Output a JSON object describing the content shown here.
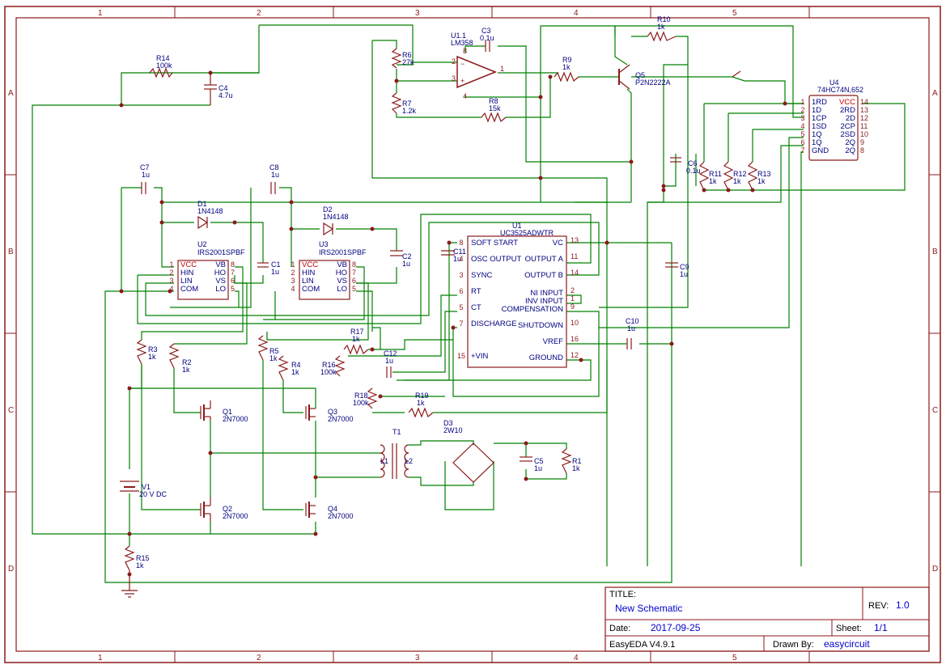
{
  "grid": {
    "cols": [
      "1",
      "2",
      "3",
      "4",
      "5"
    ],
    "rows": [
      "A",
      "B",
      "C",
      "D"
    ]
  },
  "components": {
    "r14": {
      "ref": "R14",
      "val": "100k"
    },
    "c4": {
      "ref": "C4",
      "val": "4.7u"
    },
    "r6": {
      "ref": "R6",
      "val": "27k"
    },
    "r7": {
      "ref": "R7",
      "val": "1.2k"
    },
    "u11": {
      "ref": "U1.1",
      "val": "LM358"
    },
    "c3": {
      "ref": "C3",
      "val": "0.1u"
    },
    "r8": {
      "ref": "R8",
      "val": "15k"
    },
    "r9": {
      "ref": "R9",
      "val": "1k"
    },
    "r10": {
      "ref": "R10",
      "val": "1k"
    },
    "q5": {
      "ref": "Q5",
      "val": "P2N2222A"
    },
    "u4": {
      "ref": "U4",
      "val": "74HC74N,652"
    },
    "c6": {
      "ref": "C6",
      "val": "0.1u"
    },
    "r11": {
      "ref": "R11",
      "val": "1k"
    },
    "r12": {
      "ref": "R12",
      "val": "1k"
    },
    "r13": {
      "ref": "R13",
      "val": "1k"
    },
    "c7": {
      "ref": "C7",
      "val": "1u"
    },
    "c8": {
      "ref": "C8",
      "val": "1u"
    },
    "d1": {
      "ref": "D1",
      "val": "1N4148"
    },
    "d2": {
      "ref": "D2",
      "val": "1N4148"
    },
    "u2": {
      "ref": "U2",
      "val": "IRS2001SPBF"
    },
    "u3": {
      "ref": "U3",
      "val": "IRS2001SPBF"
    },
    "c1": {
      "ref": "C1",
      "val": "1u"
    },
    "c2": {
      "ref": "C2",
      "val": "1u"
    },
    "u1": {
      "ref": "U1",
      "val": "UC3525ADWTR"
    },
    "c11": {
      "ref": "C11",
      "val": "1u"
    },
    "c9": {
      "ref": "C9",
      "val": "1u"
    },
    "c10": {
      "ref": "C10",
      "val": "1u"
    },
    "r17": {
      "ref": "R17",
      "val": "1k"
    },
    "r16": {
      "ref": "R16",
      "val": "100k"
    },
    "c12": {
      "ref": "C12",
      "val": "1u"
    },
    "r18": {
      "ref": "R18",
      "val": "100k"
    },
    "r19": {
      "ref": "R19",
      "val": "1k"
    },
    "r3": {
      "ref": "R3",
      "val": "1k"
    },
    "r2": {
      "ref": "R2",
      "val": "1k"
    },
    "r5": {
      "ref": "R5",
      "val": "1k"
    },
    "r4": {
      "ref": "R4",
      "val": "1k"
    },
    "q1": {
      "ref": "Q1",
      "val": "2N7000"
    },
    "q2": {
      "ref": "Q2",
      "val": "2N7000"
    },
    "q3": {
      "ref": "Q3",
      "val": "2N7000"
    },
    "q4": {
      "ref": "Q4",
      "val": "2N7000"
    },
    "v1": {
      "ref": "V1",
      "val": "20 V DC"
    },
    "t1": {
      "ref": "T1",
      "l1": "L1",
      "l2": "L2"
    },
    "d3": {
      "ref": "D3",
      "val": "2W10"
    },
    "c5": {
      "ref": "C5",
      "val": "1u"
    },
    "r1": {
      "ref": "R1",
      "val": "1k"
    },
    "r15": {
      "ref": "R15",
      "val": "1k"
    }
  },
  "u1_pins": {
    "left": [
      {
        "n": "8",
        "name": "SOFT START"
      },
      {
        "n": "4",
        "name": "OSC OUTPUT"
      },
      {
        "n": "3",
        "name": "SYNC"
      },
      {
        "n": "6",
        "name": "RT"
      },
      {
        "n": "5",
        "name": "CT"
      },
      {
        "n": "7",
        "name": "DISCHARGE"
      },
      {
        "n": "15",
        "name": "+VIN"
      }
    ],
    "right": [
      {
        "n": "13",
        "name": "VC"
      },
      {
        "n": "11",
        "name": "OUTPUT A"
      },
      {
        "n": "14",
        "name": "OUTPUT B"
      },
      {
        "n": "2",
        "name": "NI INPUT"
      },
      {
        "n": "1",
        "name": "INV INPUT"
      },
      {
        "n": "9",
        "name": "COMPENSATION"
      },
      {
        "n": "10",
        "name": "SHUTDOWN"
      },
      {
        "n": "16",
        "name": "VREF"
      },
      {
        "n": "12",
        "name": "GROUND"
      }
    ]
  },
  "drv_pins": {
    "left": [
      {
        "n": "1",
        "name": "VCC"
      },
      {
        "n": "2",
        "name": "HIN"
      },
      {
        "n": "3",
        "name": "LIN"
      },
      {
        "n": "4",
        "name": "COM"
      }
    ],
    "right": [
      {
        "n": "8",
        "name": "VB"
      },
      {
        "n": "7",
        "name": "HO"
      },
      {
        "n": "6",
        "name": "VS"
      },
      {
        "n": "5",
        "name": "LO"
      }
    ]
  },
  "u4_pins": {
    "left": [
      {
        "n": "1",
        "name": "1RD"
      },
      {
        "n": "2",
        "name": "1D"
      },
      {
        "n": "3",
        "name": "1CP"
      },
      {
        "n": "4",
        "name": "1SD"
      },
      {
        "n": "5",
        "name": "1Q"
      },
      {
        "n": "6",
        "name": "1Q"
      },
      {
        "n": "7",
        "name": "GND"
      }
    ],
    "right": [
      {
        "n": "14",
        "name": "VCC"
      },
      {
        "n": "13",
        "name": "2RD"
      },
      {
        "n": "12",
        "name": "2D"
      },
      {
        "n": "11",
        "name": "2CP"
      },
      {
        "n": "10",
        "name": "2SD"
      },
      {
        "n": "9",
        "name": "2Q"
      },
      {
        "n": "8",
        "name": "2Q"
      }
    ]
  },
  "lm358_pins": {
    "p2": "2",
    "p3": "3",
    "p1": "1",
    "p8": "8",
    "p4": "4",
    "minus": "−",
    "plus": "+"
  },
  "title_block": {
    "title_label": "TITLE:",
    "title": "New Schematic",
    "rev_label": "REV:",
    "rev": "1.0",
    "date_label": "Date:",
    "date": "2017-09-25",
    "sheet_label": "Sheet:",
    "sheet": "1/1",
    "software": "EasyEDA V4.9.1",
    "drawn_label": "Drawn By:",
    "drawn": "easycircuit"
  }
}
